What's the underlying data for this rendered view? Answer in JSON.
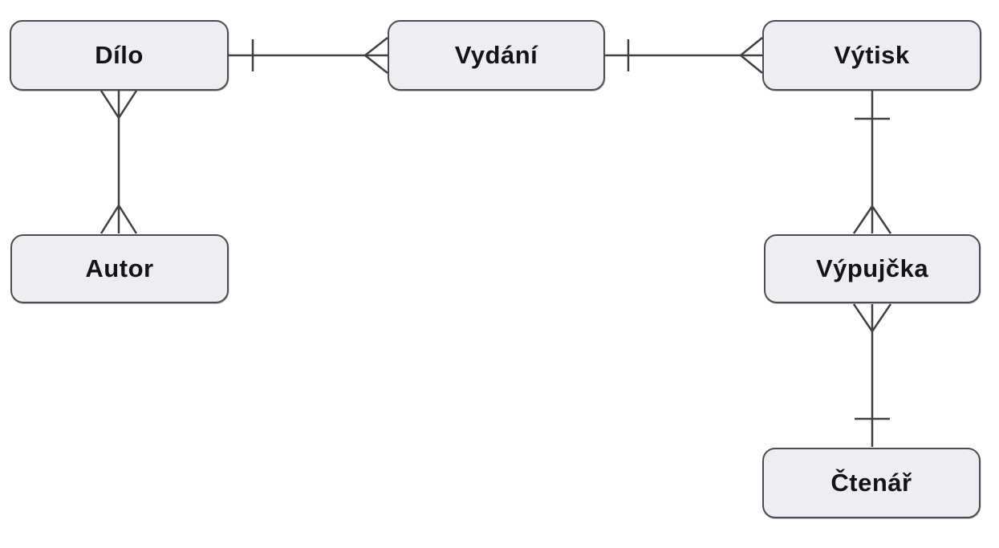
{
  "diagram": {
    "type": "entity-relationship-diagram",
    "notation": "crows-foot",
    "background_color": "#ffffff",
    "entity_style": {
      "fill": "#efecf3",
      "border_color": "#4d4d4d",
      "text_color": "#141414",
      "line_color": "#404040"
    },
    "entities": [
      {
        "id": "dilo",
        "label": "Dílo"
      },
      {
        "id": "vydani",
        "label": "Vydání"
      },
      {
        "id": "vytisk",
        "label": "Výtisk"
      },
      {
        "id": "autor",
        "label": "Autor"
      },
      {
        "id": "vypujcka",
        "label": "Výpujčka"
      },
      {
        "id": "ctenar",
        "label": "Čtenář"
      }
    ],
    "relationships": [
      {
        "from": "Dílo",
        "to": "Vydání",
        "from_cardinality": "one",
        "to_cardinality": "many",
        "orientation": "horizontal"
      },
      {
        "from": "Vydání",
        "to": "Výtisk",
        "from_cardinality": "one",
        "to_cardinality": "many",
        "orientation": "horizontal"
      },
      {
        "from": "Dílo",
        "to": "Autor",
        "from_cardinality": "many",
        "to_cardinality": "many",
        "orientation": "vertical"
      },
      {
        "from": "Výtisk",
        "to": "Výpujčka",
        "from_cardinality": "one",
        "to_cardinality": "many",
        "orientation": "vertical"
      },
      {
        "from": "Výpujčka",
        "to": "Čtenář",
        "from_cardinality": "many",
        "to_cardinality": "one",
        "orientation": "vertical"
      }
    ]
  }
}
